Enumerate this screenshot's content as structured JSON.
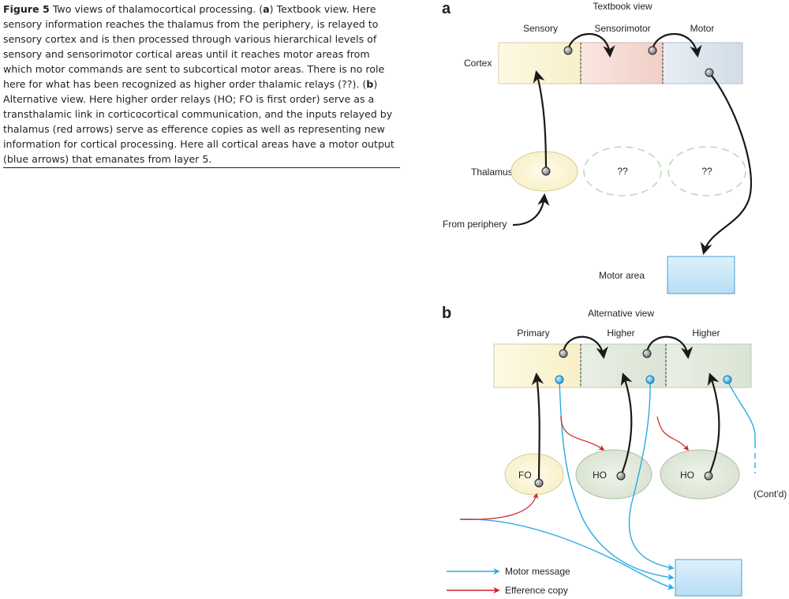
{
  "caption": {
    "figure_label": "Figure 5",
    "intro": "Two views of thalamocortical processing. (",
    "a_letter": "a",
    "a_text": ") Textbook view. Here sensory information reaches the thalamus from the periphery, is relayed to sensory cortex and is then processed through various hierarchical levels of sensory and sensorimotor cortical areas until it reaches motor areas from which motor commands are sent to subcortical motor areas. There is no role here for what has been recognized as higher order thalamic relays (??). (",
    "b_letter": "b",
    "b_text": ") Alternative view. Here higher order relays (HO; FO is first order) serve as a transthalamic link in corticocortical communication, and the inputs relayed by thalamus (red arrows) serve as efference copies as well as representing new information for cortical processing. Here all cortical areas have a motor output (blue arrows) that emanates from layer 5."
  },
  "panel_a": {
    "letter": "a",
    "title": "Textbook view",
    "areas": [
      "Sensory",
      "Sensorimotor",
      "Motor"
    ],
    "cortex_label": "Cortex",
    "thalamus_label": "Thalamus",
    "unknown_label": "??",
    "periphery_label": "From periphery",
    "motor_area_label": "Motor area"
  },
  "panel_b": {
    "letter": "b",
    "title": "Alternative view",
    "areas": [
      "Primary",
      "Higher",
      "Higher"
    ],
    "fo_label": "FO",
    "ho_label": "HO",
    "contd_label": "(Cont'd)",
    "legend": {
      "motor": "Motor message",
      "efference": "Efference copy"
    }
  },
  "colors": {
    "sensory_fill": "#fbf6d9",
    "sensorimotor_fill": "#f6dcd6",
    "motor_fill": "#dce6ee",
    "higher_fill": "#e4ebdf",
    "thalamus_fill": "#fbf6d6",
    "ho_fill": "#e0e8db",
    "motor_area_fill": "#cfe8f8",
    "blue_arrow": "#29abe2",
    "red_arrow": "#d0212a",
    "black_arrow": "#1a1a1a"
  }
}
